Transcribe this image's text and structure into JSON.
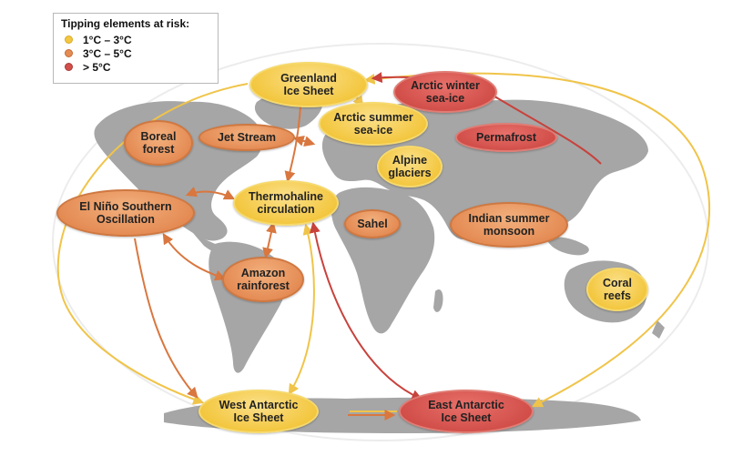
{
  "legend": {
    "title": "Tipping elements at risk:",
    "items": [
      {
        "label": "1°C – 3°C",
        "color": "#f3c740",
        "border": "#d9a92a"
      },
      {
        "label": "3°C – 5°C",
        "color": "#e58c55",
        "border": "#c46a33"
      },
      {
        "label": "> 5°C",
        "color": "#d24f4a",
        "border": "#a73a36"
      }
    ]
  },
  "colors": {
    "land": "#a6a6a6",
    "ocean_outline": "#e3e3e3",
    "arrow_yellow": "#f0c44a",
    "arrow_orange": "#d9773f",
    "arrow_red": "#c8423c"
  },
  "nodes": {
    "greenland": "Greenland\nIce Sheet",
    "arctic_winter": "Arctic winter\nsea-ice",
    "arctic_summer": "Arctic summer\nsea-ice",
    "boreal": "Boreal\nforest",
    "jet_stream": "Jet Stream",
    "permafrost": "Permafrost",
    "alpine": "Alpine\nglaciers",
    "el_nino": "El Niño Southern\nOscillation",
    "thermohaline": "Thermohaline\ncirculation",
    "sahel": "Sahel",
    "indian_monsoon": "Indian summer\nmonsoon",
    "amazon": "Amazon\nrainforest",
    "coral": "Coral\nreefs",
    "west_antarctic": "West Antarctic\nIce Sheet",
    "east_antarctic": "East Antarctic\nIce Sheet"
  }
}
